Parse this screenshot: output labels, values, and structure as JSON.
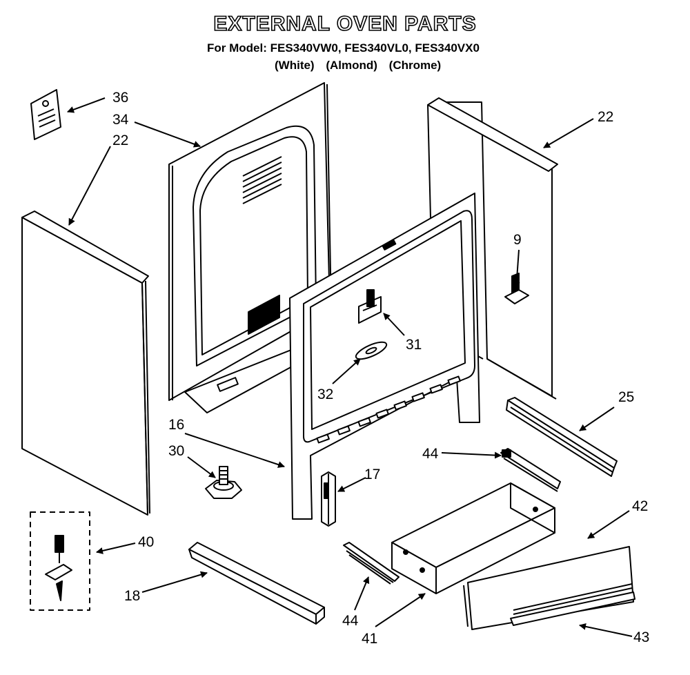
{
  "header": {
    "title": "EXTERNAL OVEN PARTS",
    "model_line": "For Model: FES340VW0, FES340VL0, FES340VX0",
    "finishes": [
      "(White)",
      "(Almond)",
      "(Chrome)"
    ]
  },
  "callouts": [
    "36",
    "34",
    "22",
    "22",
    "9",
    "31",
    "32",
    "25",
    "16",
    "30",
    "17",
    "44",
    "42",
    "40",
    "18",
    "44",
    "41",
    "43"
  ]
}
